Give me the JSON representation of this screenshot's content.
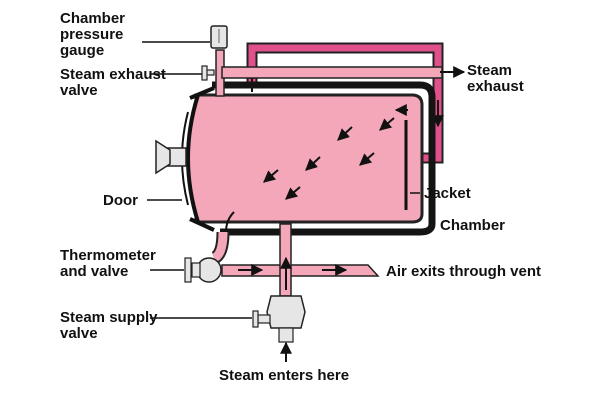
{
  "colors": {
    "steam": "#f4a7b9",
    "pipe": "#e0508a",
    "wall": "#141414",
    "outline": "#222222",
    "arrow": "#111111",
    "valve": "#e6e6e6"
  },
  "labels": {
    "pressure_gauge": [
      "Chamber",
      "pressure",
      "gauge"
    ],
    "exhaust_valve": [
      "Steam exhaust",
      "valve"
    ],
    "door": "Door",
    "thermometer": [
      "Thermometer",
      "and valve"
    ],
    "supply_valve": [
      "Steam supply",
      "valve"
    ],
    "steam_exhaust": [
      "Steam",
      "exhaust"
    ],
    "jacket": "Jacket",
    "chamber": "Chamber",
    "air_exit": "Air exits through vent",
    "steam_enters": "Steam enters here"
  }
}
